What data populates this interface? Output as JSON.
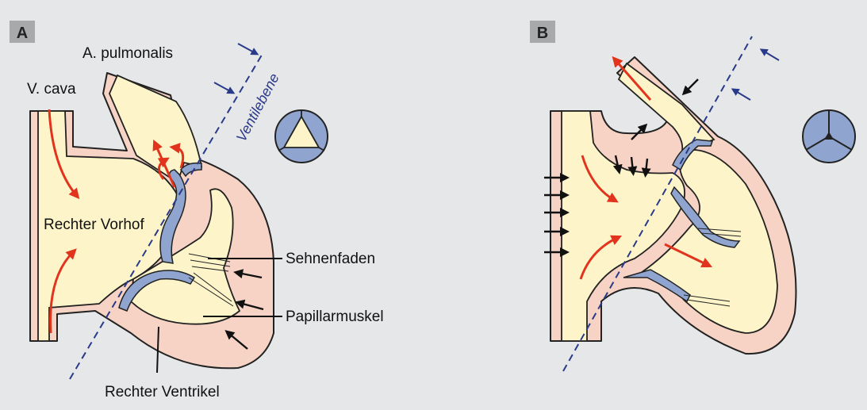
{
  "panels": [
    {
      "badge": "A"
    },
    {
      "badge": "B"
    }
  ],
  "labels": {
    "a_pulmonalis": "A. pulmonalis",
    "v_cava": "V. cava",
    "ventilebene": "Ventilebene",
    "rechter_vorhof": "Rechter Vorhof",
    "sehnenfaden": "Sehnenfaden",
    "papillarmuskel": "Papillarmuskel",
    "rechter_ventrikel": "Rechter Ventrikel"
  },
  "colors": {
    "background": "#e6e7e8",
    "tissue_pink": "#f6d3c4",
    "chamber_yellow": "#fdf5c9",
    "valve_blue": "#8fa5cf",
    "flow_arrow_red": "#e2341d",
    "plane_blue": "#2a3a8a",
    "badge_gray": "#a8a9ab"
  },
  "icons": {
    "valve_open": "pulmonary-valve-open-icon",
    "valve_closed": "pulmonary-valve-closed-icon"
  }
}
